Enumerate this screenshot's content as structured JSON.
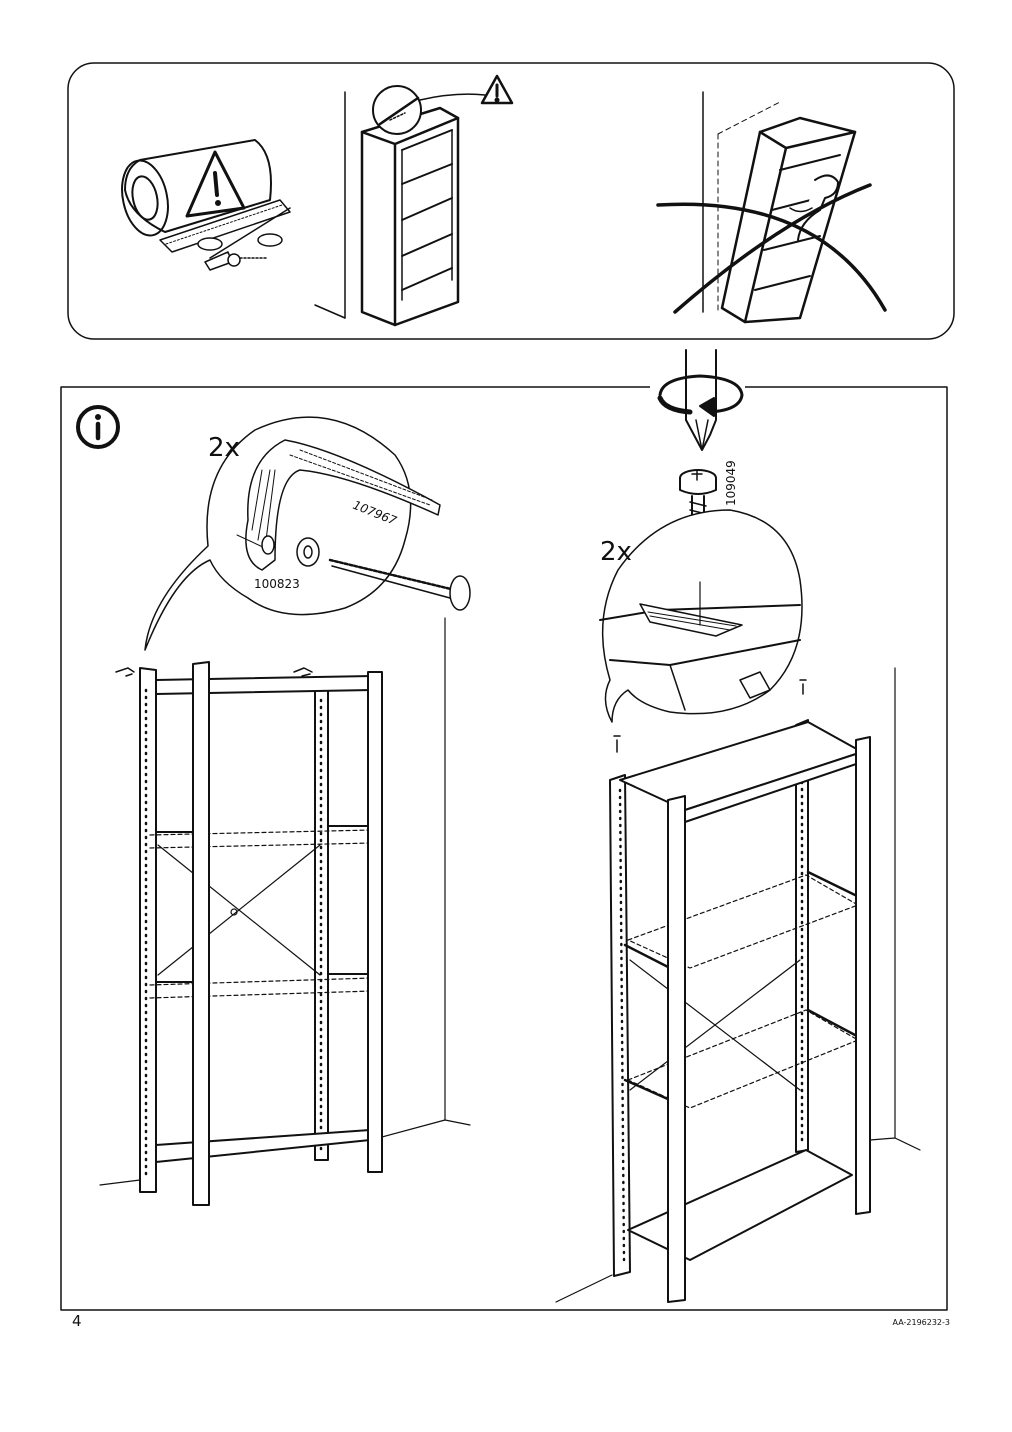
{
  "quantity_left": "2x",
  "quantity_right": "2x",
  "part_strap": "107967",
  "part_washer_left": "100823",
  "part_screw": "109049",
  "part_washer_right": "100823",
  "page_number": "4",
  "document_code": "AA-2196232-3",
  "icons": [
    "warning-icon",
    "info-icon",
    "rotate-arrow-icon"
  ]
}
